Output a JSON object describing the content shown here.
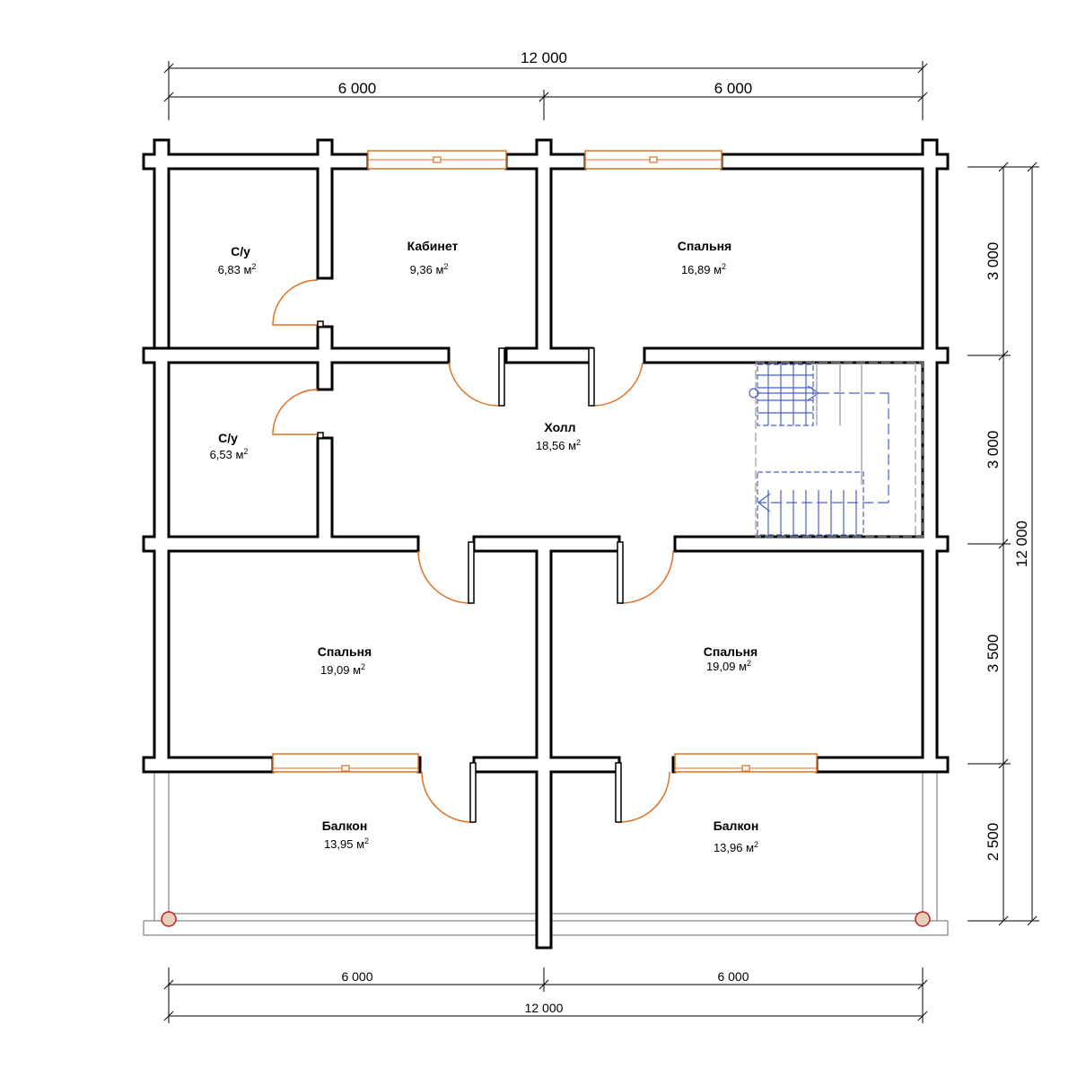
{
  "dimensions": {
    "top_total": "12 000",
    "top_left": "6 000",
    "top_right": "6 000",
    "right_1": "3 000",
    "right_2": "3 000",
    "right_3": "3 500",
    "right_4": "2 500",
    "right_total": "12 000",
    "bottom_left": "6 000",
    "bottom_right": "6 000",
    "bottom_total": "12 000"
  },
  "rooms": [
    {
      "name": "С/у",
      "area": "6,83 м"
    },
    {
      "name": "Кабинет",
      "area": "9,36 м"
    },
    {
      "name": "Спальня",
      "area": "16,89 м"
    },
    {
      "name": "С/у",
      "area": "6,53 м"
    },
    {
      "name": "Холл",
      "area": "18,56 м"
    },
    {
      "name": "Спальня",
      "area": "19,09 м"
    },
    {
      "name": "Спальня",
      "area": "19,09 м"
    },
    {
      "name": "Балкон",
      "area": "13,95 м"
    },
    {
      "name": "Балкон",
      "area": "13,96 м"
    }
  ],
  "area_unit_superscript": "2",
  "colors": {
    "walls": "#000000",
    "doors_windows": "#e07020",
    "stairs": "#4a5fd0"
  }
}
